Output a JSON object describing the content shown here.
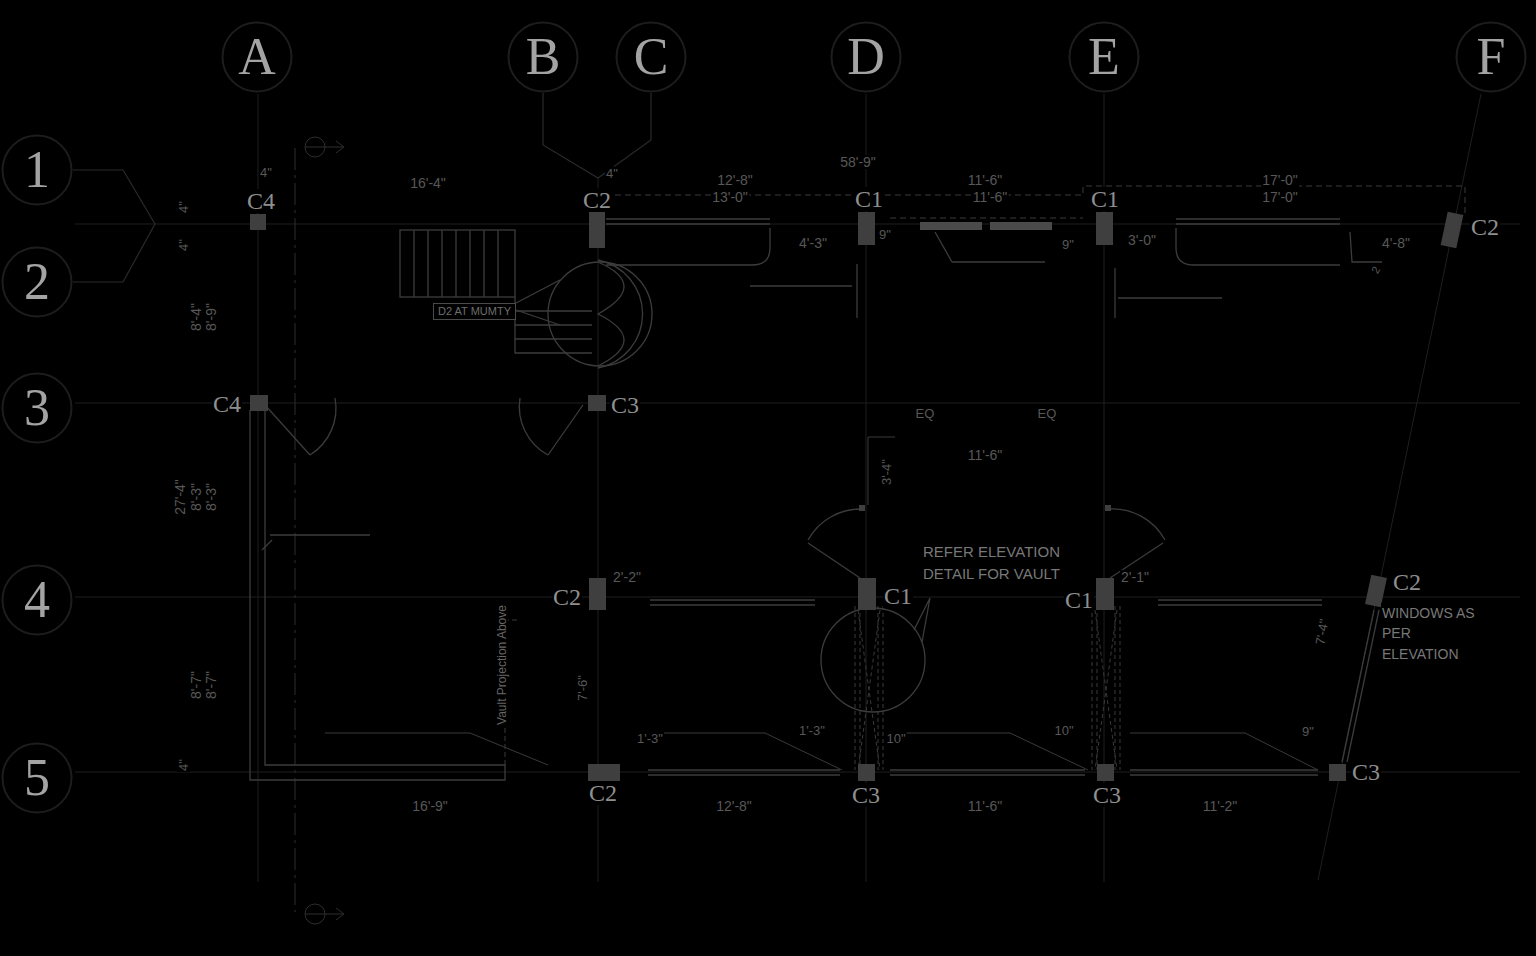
{
  "diagram": {
    "nodes": [
      {
        "text": [
          "A"
        ]
      },
      {
        "text": [
          "B"
        ]
      },
      {
        "text": [
          "C"
        ]
      },
      {
        "text": [
          "D"
        ]
      },
      {
        "text": [
          "E"
        ]
      },
      {
        "text": [
          "F"
        ]
      },
      {
        "text": [
          "1"
        ]
      },
      {
        "text": [
          "2"
        ]
      },
      {
        "text": [
          "D2 AT MUMTY"
        ]
      },
      {
        "text": [
          "3"
        ]
      },
      {
        "text": [
          "4"
        ]
      },
      {
        "text": [
          "5"
        ]
      }
    ],
    "edges": [
      {
        "from": 1,
        "to": 2,
        "arrow": "none"
      },
      {
        "from": 6,
        "to": 7,
        "arrow": "none"
      }
    ],
    "labels": [
      "58'-9\"",
      "4\"",
      "16'-4\"",
      "4\"",
      "12'-8\"",
      "13'-0\"",
      "11'-6\"",
      "11'-6\"",
      "17'-0\"",
      "17'-0\"",
      "C4",
      "C2",
      "C1",
      "C1",
      "4\"",
      "C2",
      "9\"",
      "4'-3\"",
      "3'-0\"",
      "9\"",
      "4'-8\"",
      "4\"",
      "2",
      "8'-4\"",
      "8'-9\"",
      "C4",
      "C3",
      "EQ",
      "EQ",
      "11'-6\"",
      "3'-4\"",
      "27'-4\"",
      "8'-3\"",
      "8'-3\"",
      "REFER ELEVATION DETAIL FOR VAULT",
      "2'-2\"",
      "2'-1\"",
      "C2",
      "C2",
      "C1",
      "C1",
      "WINDOWS AS PER ELEVATION",
      "7'-4\"",
      "Vault Projection Above",
      "8'-7\"",
      "8'-7\"",
      "7'-6\"",
      "1'-3\"",
      "10\"",
      "9\"",
      "1'-3\"",
      "10\"",
      "4\"",
      "C3",
      "C2",
      "C3",
      "C3",
      "16'-9\"",
      "12'-8\"",
      "11'-6\"",
      "11'-2\""
    ]
  }
}
